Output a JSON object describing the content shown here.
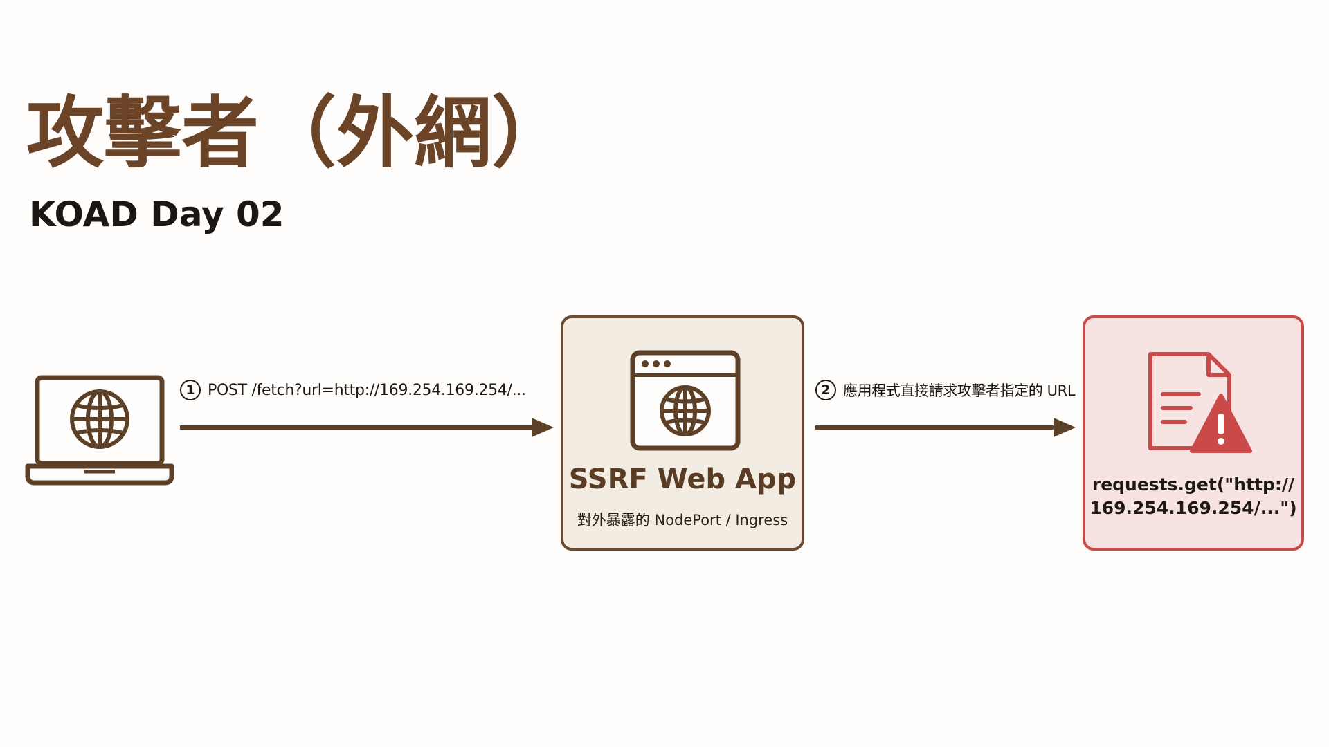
{
  "header": {
    "title": "攻擊者（外網）",
    "subtitle": "KOAD Day 02"
  },
  "flow": {
    "source_icon": "laptop-globe-icon",
    "step1": {
      "number": "1",
      "label": "POST /fetch?url=http://169.254.169.254/..."
    },
    "app": {
      "icon": "browser-window-globe-icon",
      "title": "SSRF Web App",
      "subtitle": "對外暴露的 NodePort / Ingress"
    },
    "step2": {
      "number": "2",
      "label": "應用程式直接請求攻擊者指定的 URL"
    },
    "target": {
      "icon": "document-warning-icon",
      "code_line1": "requests.get(\"http://",
      "code_line2": "169.254.169.254/...\")"
    }
  },
  "colors": {
    "brown": "#6b4326",
    "arrow": "#5c4128",
    "app_fill": "#f3ece2",
    "danger": "#c94a49",
    "danger_fill": "#f7e3e1"
  }
}
